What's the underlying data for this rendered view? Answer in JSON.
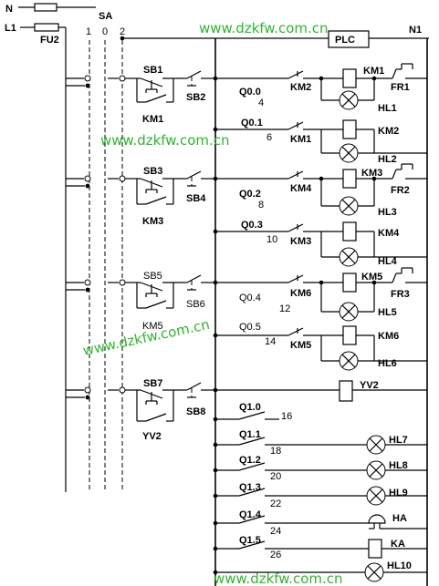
{
  "rails": {
    "neutral": "N",
    "live": "L1",
    "fuse": "FU2",
    "right_neutral": "N1"
  },
  "selector": {
    "name": "SA",
    "pos1": "1",
    "pos0": "0",
    "pos2": "2"
  },
  "plc": {
    "label": "PLC"
  },
  "group1": {
    "sb1": "SB1",
    "sb2": "SB2",
    "km1_hold": "KM1",
    "q00": "Q0.0",
    "n4": "4",
    "km2_ilk": "KM2",
    "km1_coil": "KM1",
    "fr1": "FR1",
    "hl1": "HL1",
    "q01": "Q0.1",
    "n6": "6",
    "km1_ilk": "KM1",
    "km2_coil": "KM2",
    "hl2": "HL2"
  },
  "group2": {
    "sb3": "SB3",
    "sb4": "SB4",
    "km3_hold": "KM3",
    "q02": "Q0.2",
    "n8": "8",
    "km4_ilk": "KM4",
    "km3_coil": "KM3",
    "fr2": "FR2",
    "hl3": "HL3",
    "q03": "Q0.3",
    "n10": "10",
    "km3_ilk": "KM3",
    "km4_coil": "KM4",
    "hl4": "HL4"
  },
  "group3": {
    "sb5": "SB5",
    "sb6": "SB6",
    "km5_hold": "KM5",
    "q04": "Q0.4",
    "n12": "12",
    "km6_ilk": "KM6",
    "km5_coil": "KM5",
    "fr3": "FR3",
    "hl5": "HL5",
    "q05": "Q0.5",
    "n14": "14",
    "km5_ilk": "KM5",
    "km6_coil": "KM6",
    "hl6": "HL6"
  },
  "group4": {
    "sb7": "SB7",
    "sb8": "SB8",
    "yv2_hold": "YV2",
    "yv2_coil": "YV2",
    "q10": "Q1.0",
    "n16": "16"
  },
  "outputs": [
    {
      "q": "Q1.1",
      "n": "18",
      "load": "HL7"
    },
    {
      "q": "Q1.2",
      "n": "20",
      "load": "HL8"
    },
    {
      "q": "Q1.3",
      "n": "22",
      "load": "HL9"
    },
    {
      "q": "Q1.4",
      "n": "24",
      "load": "HA"
    },
    {
      "q": "Q1.5",
      "n": "26",
      "load": "KA"
    },
    {
      "q": "",
      "n": "",
      "load": "HL10"
    }
  ],
  "watermark": "www.dzkfw.com.cn"
}
